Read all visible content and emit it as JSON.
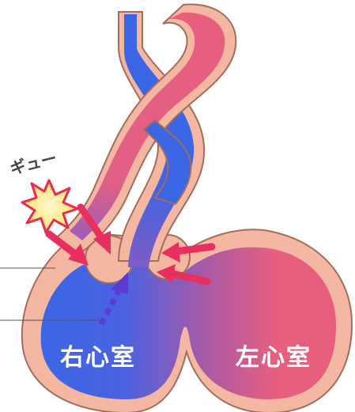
{
  "labels": {
    "right_ventricle": "右心室",
    "left_ventricle": "左心室",
    "squeeze_sound": "ギュー"
  },
  "colors": {
    "red": "#e85f7e",
    "blue": "#3b66e6",
    "wall": "#f4b7a2",
    "outline": "#a36d5c",
    "arrow_pink": "#e8305e",
    "arrow_purple": "#5b3ad6",
    "burst_stroke": "#ea2a4e",
    "text_white": "#ffffff",
    "text_dark": "#444444"
  },
  "icons": {
    "burst": "burst-icon",
    "arrow": "arrow-icon",
    "dotted_arrow": "dotted-arrow-icon"
  }
}
